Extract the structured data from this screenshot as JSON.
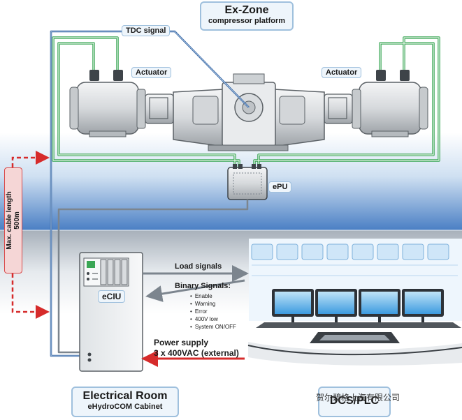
{
  "ex_zone": {
    "title": "Ex-Zone",
    "subtitle": "compressor platform"
  },
  "tdc_label": "TDC signal",
  "actuator_left": "Actuator",
  "actuator_right": "Actuator",
  "epu_label": "ePU",
  "cable_length": {
    "line1": "Max. cable length",
    "line2": "500m"
  },
  "eciu_label": "eCIU",
  "load_signals": "Load signals",
  "binary_signals": {
    "title": "Binary Signals:",
    "items": [
      "Enable",
      "Warning",
      "Error",
      "400V low",
      "System ON/OFF"
    ]
  },
  "power_supply": {
    "line1": "Power supply",
    "line2": "3 x 400VAC (external)"
  },
  "electrical_room": {
    "title": "Electrical Room",
    "subtitle": "eHydroCOM Cabinet"
  },
  "dcs_box": "DCS/PLC",
  "watermark": "贺尔碧格上海有限公司",
  "colors": {
    "green_cable": "#3aa655",
    "blue_cable": "#2a5d9f",
    "red_arrow": "#d62b2b",
    "zone_blue": "#4a7fc4",
    "grey_room": "#9aa3ad"
  }
}
